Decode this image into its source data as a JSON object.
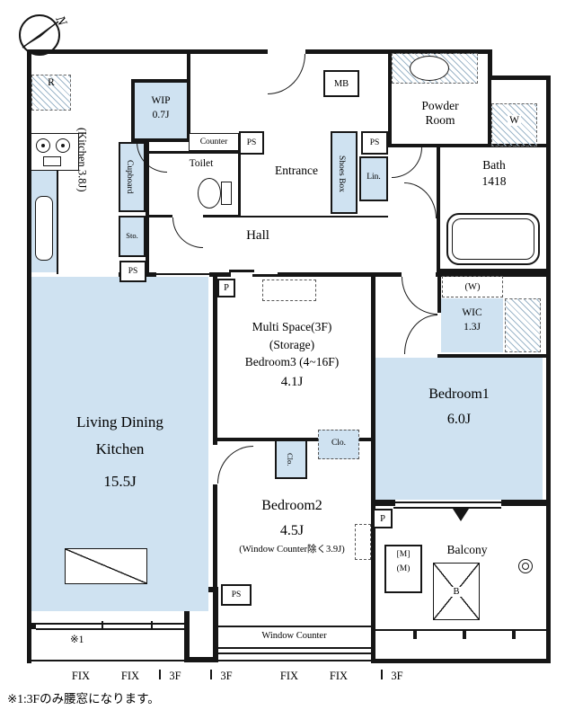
{
  "compass": {
    "north": "N"
  },
  "footnote": "※1:3Fのみ腰窓になります。",
  "labels": {
    "kitchen": "(Kitchen 3.8J)",
    "fridge": "R",
    "wip_name": "WIP",
    "wip_size": "0.7J",
    "counter": "Counter",
    "toilet": "Toilet",
    "ps": "PS",
    "entrance": "Entrance",
    "shoes_box": "Shoes Box",
    "lin": "Lin.",
    "mb": "MB",
    "powder_room": "Powder Room",
    "washer": "W",
    "bath_name": "Bath",
    "bath_size": "1418",
    "hall": "Hall",
    "cupboard": "Cupboard",
    "storage": "Sto.",
    "wic_name": "WIC",
    "wic_size": "1.3J",
    "washer_pos": "(W)",
    "pipe": "P",
    "multi_line1": "Multi Space(3F)",
    "multi_line2": "(Storage)",
    "multi_line3": "Bedroom3 (4~16F)",
    "multi_size": "4.1J",
    "bedroom1_name": "Bedroom1",
    "bedroom1_size": "6.0J",
    "ldk_line1": "Living Dining",
    "ldk_line2": "Kitchen",
    "ldk_size": "15.5J",
    "bedroom2_name": "Bedroom2",
    "bedroom2_size": "4.5J",
    "bedroom2_note": "(Window Counter除く3.9J)",
    "closet": "Clo.",
    "balcony": "Balcony",
    "meter_bracket": "[M]",
    "meter_paren": "(M)",
    "b_unit": "B",
    "window_counter": "Window Counter",
    "note_ref": "※1",
    "fix": "FIX",
    "floor3": "3F"
  }
}
